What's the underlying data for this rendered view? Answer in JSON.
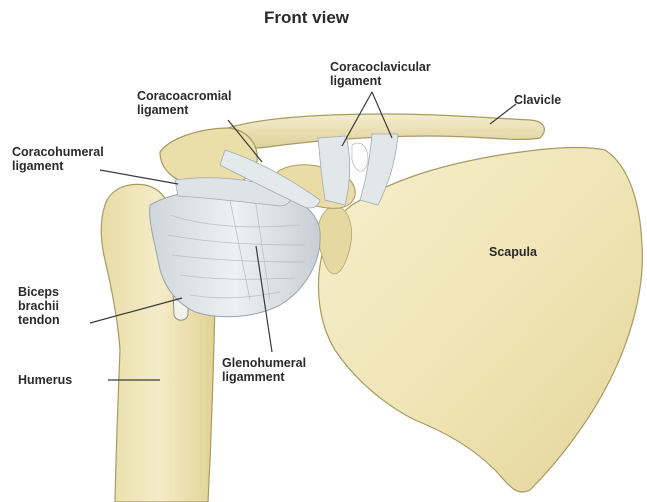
{
  "title": "Front view",
  "labels": {
    "coracoclavicular": "Coracoclavicular\nligament",
    "coracoacromial": "Coracoacromial\nligament",
    "clavicle": "Clavicle",
    "coracohumeral": "Coracohumeral\nligament",
    "scapula": "Scapula",
    "biceps": "Biceps\nbrachii\ntendon",
    "humerus": "Humerus",
    "glenohumeral": "Glenohumeral\nligamment"
  },
  "colors": {
    "bone": "#efe6b8",
    "bone_shadow": "#d9cc8e",
    "bone_outline": "#a89a62",
    "ligament": "#dfe5e8",
    "ligament_shadow": "#b9c2c8",
    "leader": "#3a3a3a"
  }
}
